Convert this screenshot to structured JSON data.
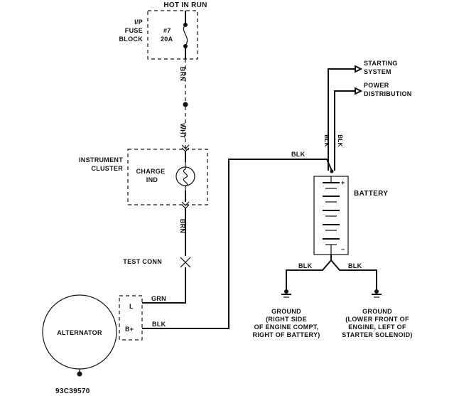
{
  "power_label": "HOT IN RUN",
  "fuse_block": {
    "line1": "I/P",
    "line2": "FUSE",
    "line3": "BLOCK",
    "fuse_no": "#7",
    "rating": "20A"
  },
  "wires": {
    "brn_top": "BRN",
    "wht": "WHT",
    "brn_low": "BRN",
    "grn": "GRN",
    "blk_alt": "BLK",
    "blk_top": "BLK",
    "blk_v1": "BLK",
    "blk_v2": "BLK",
    "blk_gnd_left": "BLK",
    "blk_gnd_right": "BLK"
  },
  "cluster": {
    "line1": "INSTRUMENT",
    "line2": "CLUSTER",
    "ind1": "CHARGE",
    "ind2": "IND"
  },
  "test_conn": "TEST CONN",
  "alternator": {
    "label": "ALTERNATOR",
    "term_l": "L",
    "term_b": "B+"
  },
  "battery": {
    "label": "BATTERY",
    "plus": "+",
    "minus": "−"
  },
  "outputs": {
    "start1": "STARTING",
    "start2": "SYSTEM",
    "power1": "POWER",
    "power2": "DISTRIBUTION"
  },
  "ground_left": {
    "l1": "GROUND",
    "l2": "(RIGHT SIDE",
    "l3": "OF ENGINE COMPT,",
    "l4": "RIGHT OF BATTERY)"
  },
  "ground_right": {
    "l1": "GROUND",
    "l2": "(LOWER FRONT OF",
    "l3": "ENGINE, LEFT OF",
    "l4": "STARTER SOLENOID)"
  },
  "figure_id": "93C39570"
}
